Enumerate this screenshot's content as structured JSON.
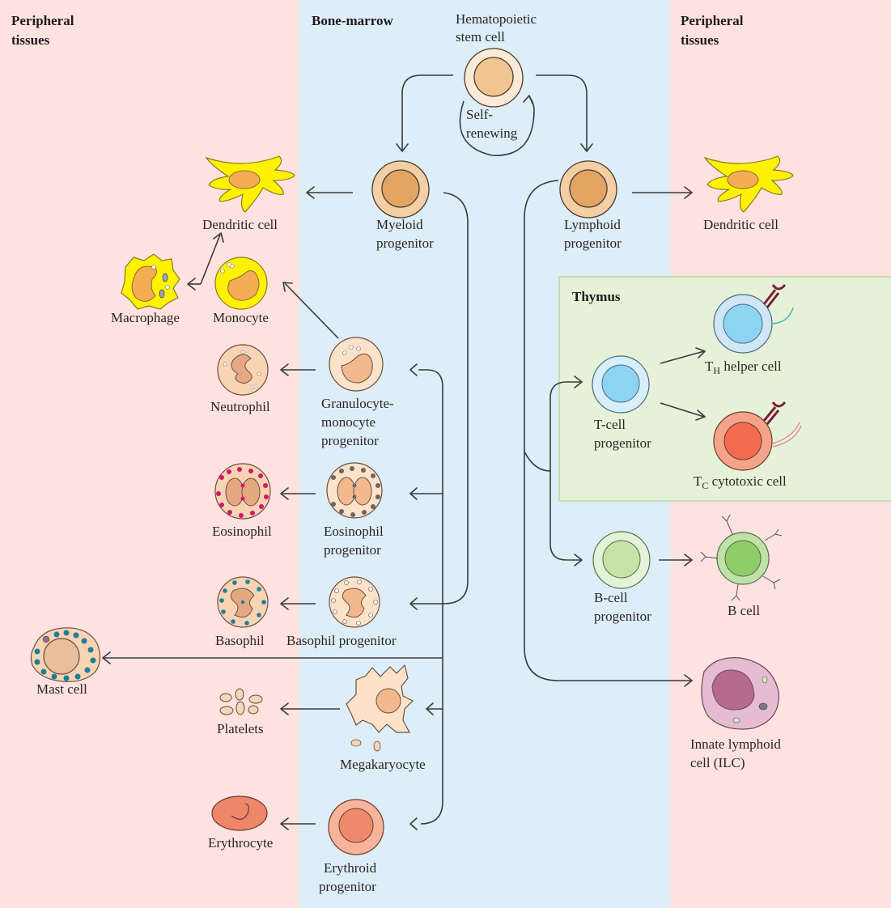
{
  "regions": {
    "left": {
      "title_line1": "Peripheral",
      "title_line2": "tissues"
    },
    "center": {
      "title": "Bone-marrow"
    },
    "right": {
      "title_line1": "Peripheral",
      "title_line2": "tissues"
    },
    "thymus": {
      "title": "Thymus"
    }
  },
  "colors": {
    "peripheral_bg": "#fde2e0",
    "marrow_bg": "#deeef9",
    "thymus_bg": "#e6f2d8",
    "thymus_border": "#b9d6a0",
    "dendritic_yellow": "#fff200",
    "nucleus_orange": "#f5ad55",
    "progenitor_outer": "#f2cfa4",
    "progenitor_nucleus": "#e2a564",
    "t_cell_blue": "#8dd3f2",
    "tc_red": "#f26a4f",
    "b_cell_green": "#8fcd68",
    "ilc_purple": "#b66b8e",
    "erythrocyte": "#ee866a",
    "eosinophil_granule": "#d4166b",
    "basophil_granule": "#1a7f9a"
  },
  "cells": {
    "hsc": {
      "line1": "Hematopoietic",
      "line2": "stem cell"
    },
    "self_renewing": {
      "line1": "Self-",
      "line2": "renewing"
    },
    "myeloid": {
      "line1": "Myeloid",
      "line2": "progenitor"
    },
    "lymphoid": {
      "line1": "Lymphoid",
      "line2": "progenitor"
    },
    "dendritic_left": {
      "label": "Dendritic cell"
    },
    "dendritic_right": {
      "label": "Dendritic cell"
    },
    "macrophage": {
      "label": "Macrophage"
    },
    "monocyte": {
      "label": "Monocyte"
    },
    "neutrophil": {
      "label": "Neutrophil"
    },
    "gm_progenitor": {
      "line1": "Granulocyte-",
      "line2": "monocyte",
      "line3": "progenitor"
    },
    "eosinophil": {
      "label": "Eosinophil"
    },
    "eos_progenitor": {
      "line1": "Eosinophil",
      "line2": "progenitor"
    },
    "basophil": {
      "label": "Basophil"
    },
    "baso_progenitor": {
      "label": "Basophil progenitor"
    },
    "mast": {
      "label": "Mast cell"
    },
    "platelets": {
      "label": "Platelets"
    },
    "megakaryocyte": {
      "label": "Megakaryocyte"
    },
    "erythrocyte": {
      "label": "Erythrocyte"
    },
    "erythroid": {
      "line1": "Erythroid",
      "line2": "progenitor"
    },
    "t_progenitor": {
      "line1": "T-cell",
      "line2": "progenitor"
    },
    "th": {
      "prefix": "T",
      "sub": "H",
      "rest": " helper cell"
    },
    "tc": {
      "prefix": "T",
      "sub": "C",
      "rest": " cytotoxic cell"
    },
    "b_progenitor": {
      "line1": "B-cell",
      "line2": "progenitor"
    },
    "b_cell": {
      "label": "B cell"
    },
    "ilc": {
      "line1": "Innate lymphoid",
      "line2": "cell (ILC)"
    }
  }
}
